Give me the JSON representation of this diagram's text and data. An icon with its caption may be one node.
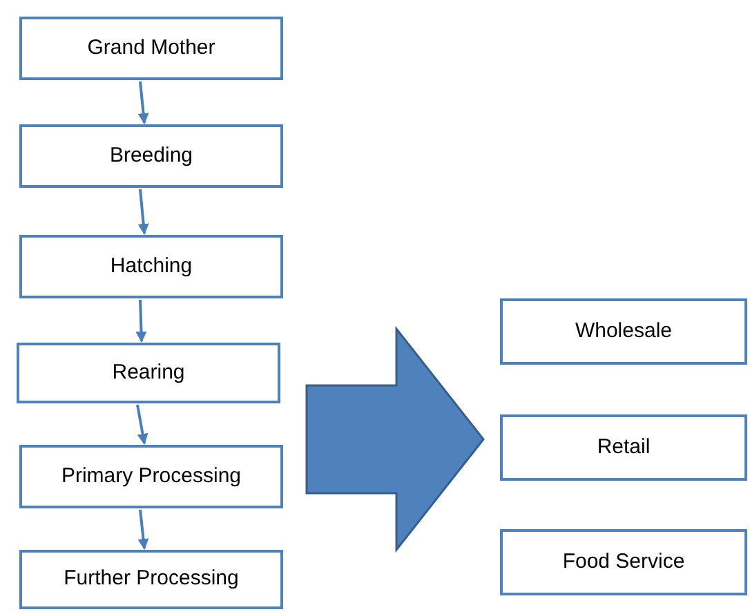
{
  "diagram": {
    "nodes": [
      {
        "text": [
          "Grand Mother"
        ]
      },
      {
        "text": [
          "Breeding"
        ]
      },
      {
        "text": [
          "Hatching"
        ]
      },
      {
        "text": [
          "Rearing"
        ]
      },
      {
        "text": [
          "Primary Processing"
        ]
      },
      {
        "text": [
          "Further Processing"
        ]
      },
      {
        "text": [
          "Wholesale"
        ]
      },
      {
        "text": [
          "Retail"
        ]
      },
      {
        "text": [
          "Food Service"
        ]
      }
    ],
    "edges": [
      {
        "from": 0,
        "to": 1,
        "arrow": "to"
      },
      {
        "from": 1,
        "to": 2,
        "arrow": "to"
      },
      {
        "from": 2,
        "to": 3,
        "arrow": "to"
      },
      {
        "from": 3,
        "to": 4,
        "arrow": "to"
      },
      {
        "from": 4,
        "to": 5,
        "arrow": "to"
      },
      {
        "from": 4,
        "to": 7,
        "arrow": "to",
        "style": "thick"
      }
    ]
  }
}
